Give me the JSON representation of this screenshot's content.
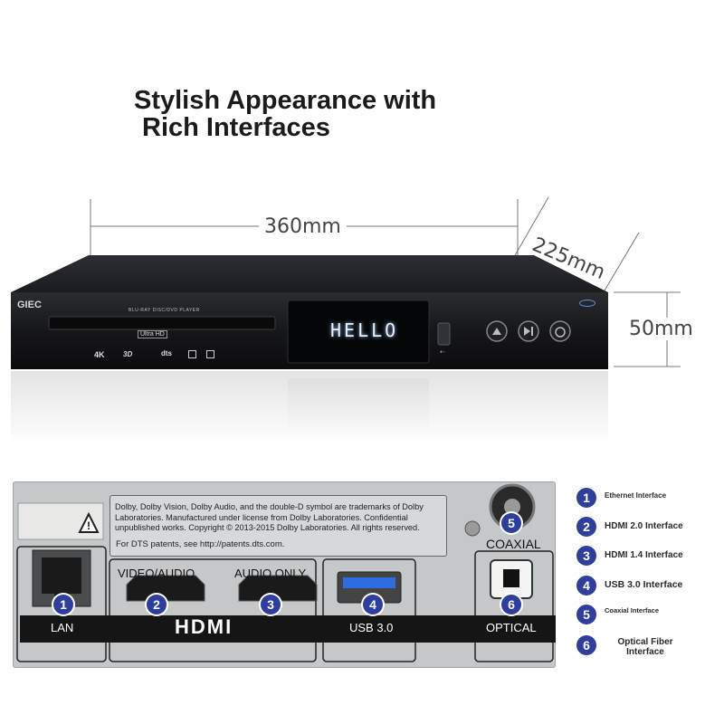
{
  "headline": {
    "line1": "Stylish Appearance with",
    "line2": "Rich Interfaces"
  },
  "dimensions": {
    "width": "360mm",
    "depth": "225mm",
    "height": "50mm"
  },
  "player": {
    "brand": "GIEC",
    "model_text": "BLU-RAY DISC/DVD PLAYER",
    "display": "HELLO",
    "front_logos": [
      "4K",
      "3D",
      "dts"
    ],
    "ultra_hd": "Ultra HD"
  },
  "panel": {
    "notice": "Dolby, Dolby Vision, Dolby Audio, and the double-D symbol are trademarks of Dolby Laboratories. Manufactured under license from Dolby Laboratories. Confidential unpublished works. Copyright © 2013-2015 Dolby Laboratories. All rights reserved.",
    "dts": "For DTS patents, see http://patents.dts.com.",
    "labels": {
      "lan": "LAN",
      "video_audio": "VIDEO/AUDIO",
      "audio_only": "AUDIO ONLY",
      "hdmi": "HDMI",
      "usb": "USB 3.0",
      "coaxial": "COAXIAL",
      "optical": "OPTICAL"
    }
  },
  "legend": [
    {
      "num": "1",
      "text": "Ethernet Interface"
    },
    {
      "num": "2",
      "text": "HDMI 2.0 Interface"
    },
    {
      "num": "3",
      "text": "HDMI 1.4 Interface"
    },
    {
      "num": "4",
      "text": "USB 3.0 Interface"
    },
    {
      "num": "5",
      "text": "Coaxial Interface"
    },
    {
      "num": "6",
      "text": "Optical Fiber Interface"
    }
  ],
  "colors": {
    "badge": "#2e3e9c",
    "display_glow": "#9fc3ff",
    "panel": "#c5c8cb"
  }
}
